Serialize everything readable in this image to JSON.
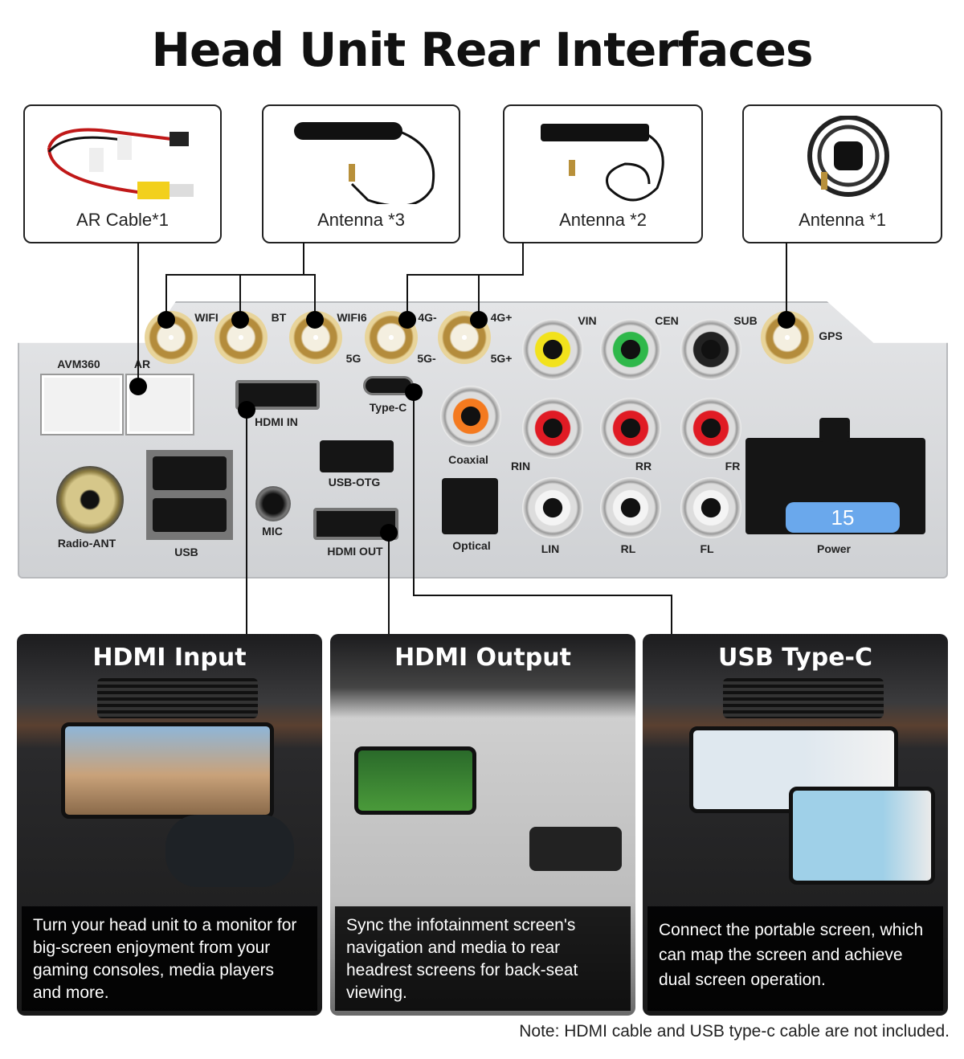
{
  "title": "Head Unit Rear Interfaces",
  "accessories": [
    {
      "label": "AR Cable*1"
    },
    {
      "label": "Antenna *3"
    },
    {
      "label": "Antenna *2"
    },
    {
      "label": "Antenna *1"
    }
  ],
  "panel": {
    "antenna_ports": [
      "WIFI",
      "BT",
      "WIFI6",
      "4G-",
      "4G+",
      "5G",
      "5G-",
      "5G+",
      "GPS"
    ],
    "rca_ports": [
      "VIN",
      "CEN",
      "SUB",
      "RIN",
      "RR",
      "FR",
      "LIN",
      "RL",
      "FL"
    ],
    "other_ports": [
      "AVM360",
      "AR",
      "HDMI IN",
      "Type-C",
      "USB-OTG",
      "Coaxial",
      "Optical",
      "MIC",
      "HDMI OUT",
      "USB",
      "Radio-ANT",
      "Power"
    ],
    "fuse_rating": "15",
    "colors": {
      "yellow": "#f2e21c",
      "green": "#2fb84a",
      "black": "#222222",
      "red": "#e01b24",
      "white": "#f4f4f4",
      "orange": "#f47a1f",
      "fuse": "#6aa8ec"
    }
  },
  "features": [
    {
      "title": "HDMI Input",
      "caption": "Turn your head unit to a monitor for big-screen enjoyment from your gaming consoles, media players and more."
    },
    {
      "title": "HDMI Output",
      "caption": "Sync the infotainment screen's navigation and media to rear headrest screens for back-seat viewing."
    },
    {
      "title": "USB Type-C",
      "caption": "Connect the portable screen, which can map the screen and achieve dual screen operation."
    }
  ],
  "note": "Note: HDMI cable and USB type-c cable are not included."
}
